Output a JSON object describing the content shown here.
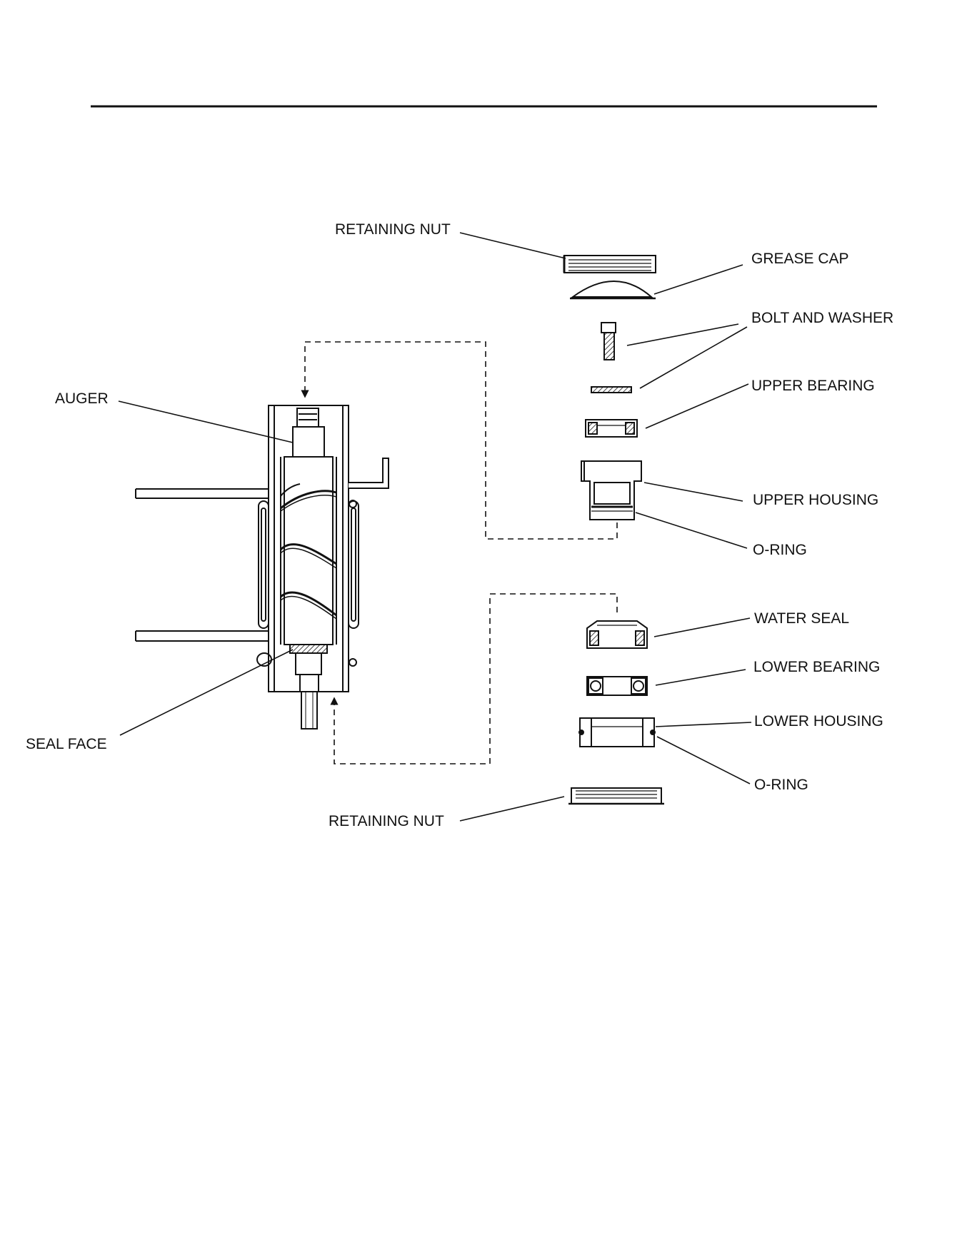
{
  "labels": {
    "retaining_nut_top": "RETAINING NUT",
    "grease_cap": "GREASE CAP",
    "bolt_and_washer": "BOLT AND WASHER",
    "upper_bearing": "UPPER BEARING",
    "upper_housing": "UPPER HOUSING",
    "o_ring_upper": "O-RING",
    "auger": "AUGER",
    "water_seal": "WATER SEAL",
    "lower_bearing": "LOWER BEARING",
    "lower_housing": "LOWER HOUSING",
    "o_ring_lower": "O-RING",
    "seal_face": "SEAL FACE",
    "retaining_nut_bottom": "RETAINING NUT"
  },
  "colors": {
    "line": "#111111",
    "fill_light": "#f2f2f2",
    "fill_mid": "#cfcfcf"
  }
}
